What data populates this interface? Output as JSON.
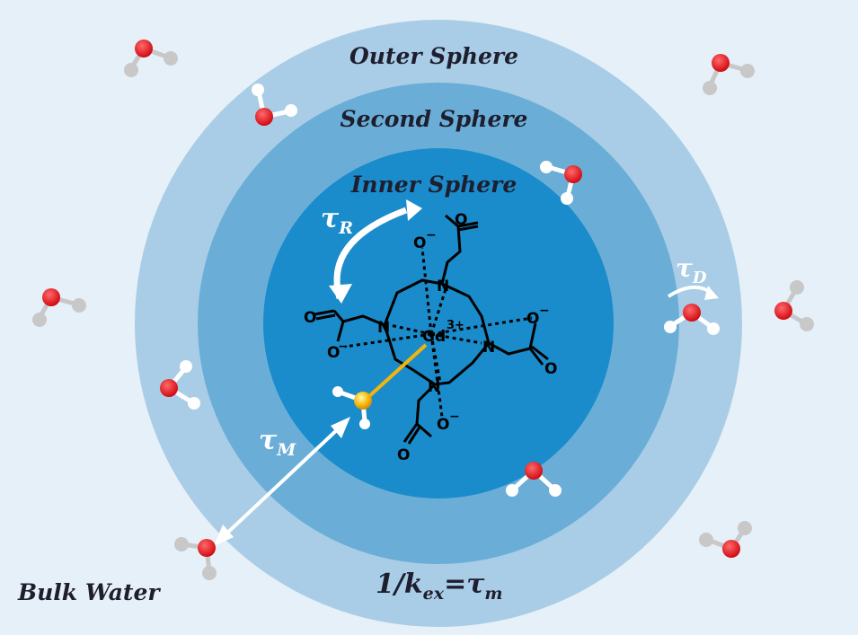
{
  "labels": {
    "outer": "Outer Sphere",
    "second": "Second Sphere",
    "inner": "Inner Sphere",
    "bulk": "Bulk Water"
  },
  "equation": {
    "lhs": "1/",
    "k": "k",
    "k_sub": "ex",
    "eq": "=",
    "tau": "τ",
    "tau_sub": "m"
  },
  "symbols": {
    "tau_R": {
      "main": "τ",
      "sub": "R"
    },
    "tau_D": {
      "main": "τ",
      "sub": "D"
    },
    "tau_M": {
      "main": "τ",
      "sub": "M"
    }
  },
  "chemistry": {
    "metal": "Gd",
    "charge": "3+",
    "nitrogen": "N",
    "oxygen": "O",
    "minus": "−"
  },
  "colors": {
    "background": "#e6f0f8",
    "outer_sphere": "#a9cde6",
    "second_sphere": "#6aaed8",
    "inner_sphere": "#1a8ccb",
    "oxygen": "#e5141b",
    "hydrogen_bulk": "#c8c8c8",
    "hydrogen_bright": "#ffffff",
    "coordinated_water_bond": "#f2b50c"
  }
}
